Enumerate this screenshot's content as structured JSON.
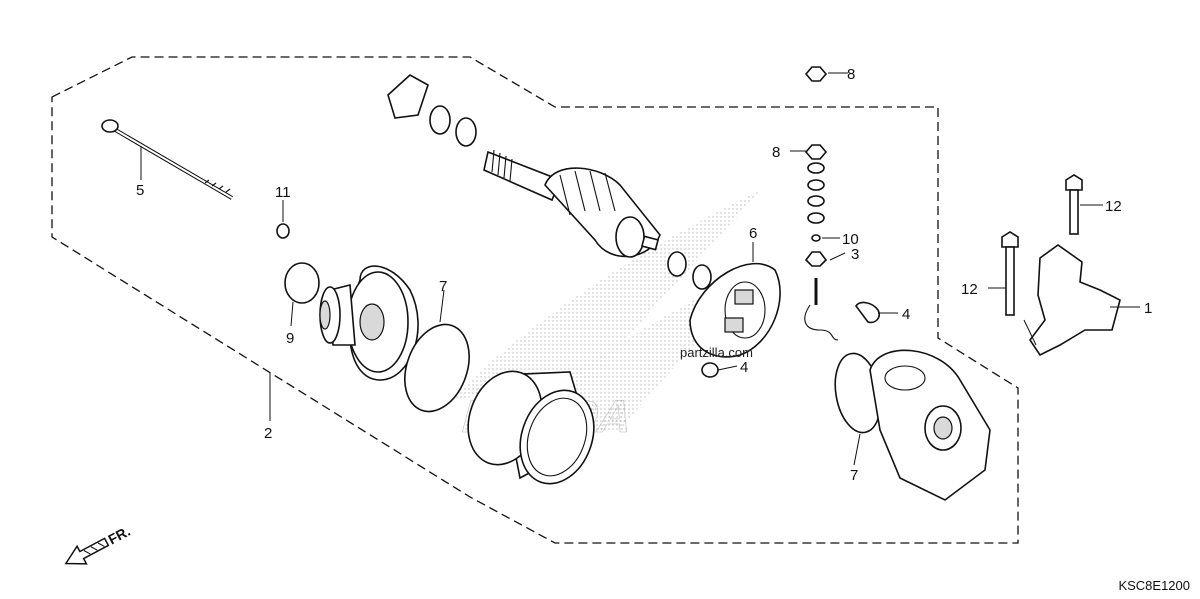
{
  "diagram": {
    "part_labels": {
      "p1": "1",
      "p2": "2",
      "p3": "3",
      "p4a": "4",
      "p4b": "4",
      "p5": "5",
      "p6": "6",
      "p7a": "7",
      "p7b": "7",
      "p8a": "8",
      "p8b": "8",
      "p9": "9",
      "p10": "10",
      "p11": "11",
      "p12a": "12",
      "p12b": "12"
    },
    "direction_label": "FR.",
    "watermark": "partzilla.com",
    "brand_watermark": "HONDA",
    "drawing_code": "KSC8E1200"
  }
}
